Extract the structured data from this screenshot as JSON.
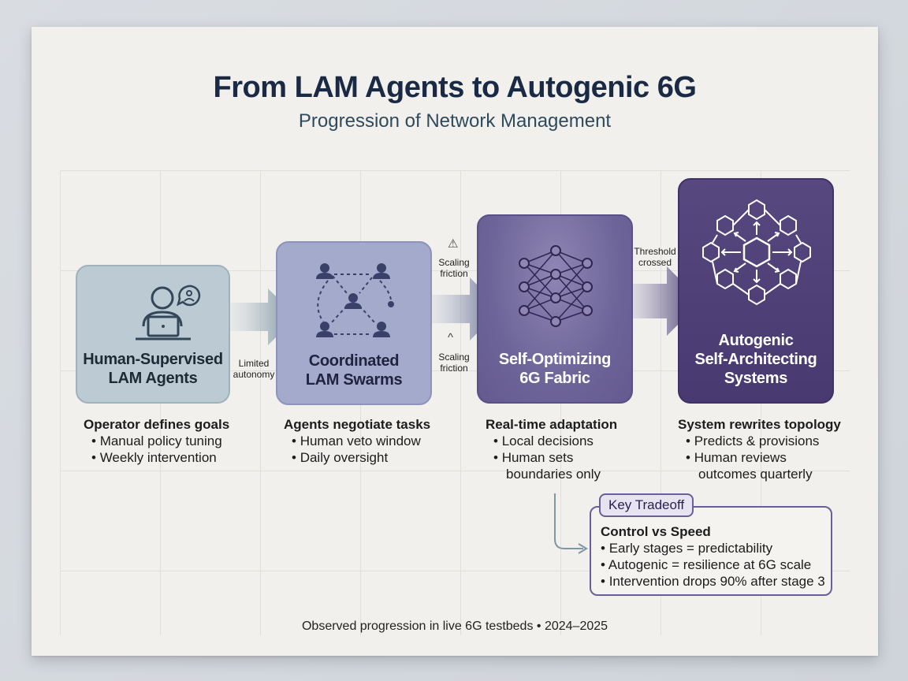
{
  "title": "From LAM Agents to Autogenic 6G",
  "subtitle": "Progression of Network Management",
  "stages": [
    {
      "label_lines": [
        "Human-Supervised",
        "LAM Agents"
      ],
      "icon": "operator-laptop-icon",
      "desc_head": "Operator defines goals",
      "desc_bullets": [
        "Manual policy tuning",
        "Weekly intervention"
      ]
    },
    {
      "label_lines": [
        "Coordinated",
        "LAM Swarms"
      ],
      "icon": "agent-swarm-icon",
      "desc_head": "Agents negotiate tasks",
      "desc_bullets": [
        "Human veto window",
        "Daily oversight"
      ]
    },
    {
      "label_lines": [
        "Self-Optimizing",
        "6G Fabric"
      ],
      "icon": "neural-network-icon",
      "desc_head": "Real-time adaptation",
      "desc_bullets": [
        "Local decisions",
        "Human sets"
      ],
      "desc_cont": "boundaries only"
    },
    {
      "label_lines": [
        "Autogenic",
        "Self-Architecting",
        "Systems"
      ],
      "icon": "hexagon-network-icon",
      "desc_head": "System rewrites topology",
      "desc_bullets": [
        "Predicts & provisions",
        "Human reviews"
      ],
      "desc_cont": "outcomes quarterly"
    }
  ],
  "transitions": [
    {
      "lines": [
        "Limited",
        "autonomy"
      ]
    },
    {
      "top_lines": [
        "Scaling",
        "friction"
      ],
      "bottom_lines": [
        "Scaling",
        "friction"
      ],
      "top_symbol": "⚠",
      "bottom_symbol": "^"
    },
    {
      "lines": [
        "Threshold",
        "crossed"
      ]
    }
  ],
  "tradeoff": {
    "tab": "Key Tradeoff",
    "head": "Control vs Speed",
    "bullets": [
      "Early stages = predictability",
      "Autogenic = resilience at 6G scale",
      "Intervention drops 90% after stage 3"
    ]
  },
  "footer": "Observed progression in live 6G testbeds • 2024–2025",
  "colors": {
    "stage1": "#bccbd3",
    "stage2": "#a4aacb",
    "stage3": "#6d6498",
    "stage4": "#483a70",
    "title": "#1a2a45"
  }
}
